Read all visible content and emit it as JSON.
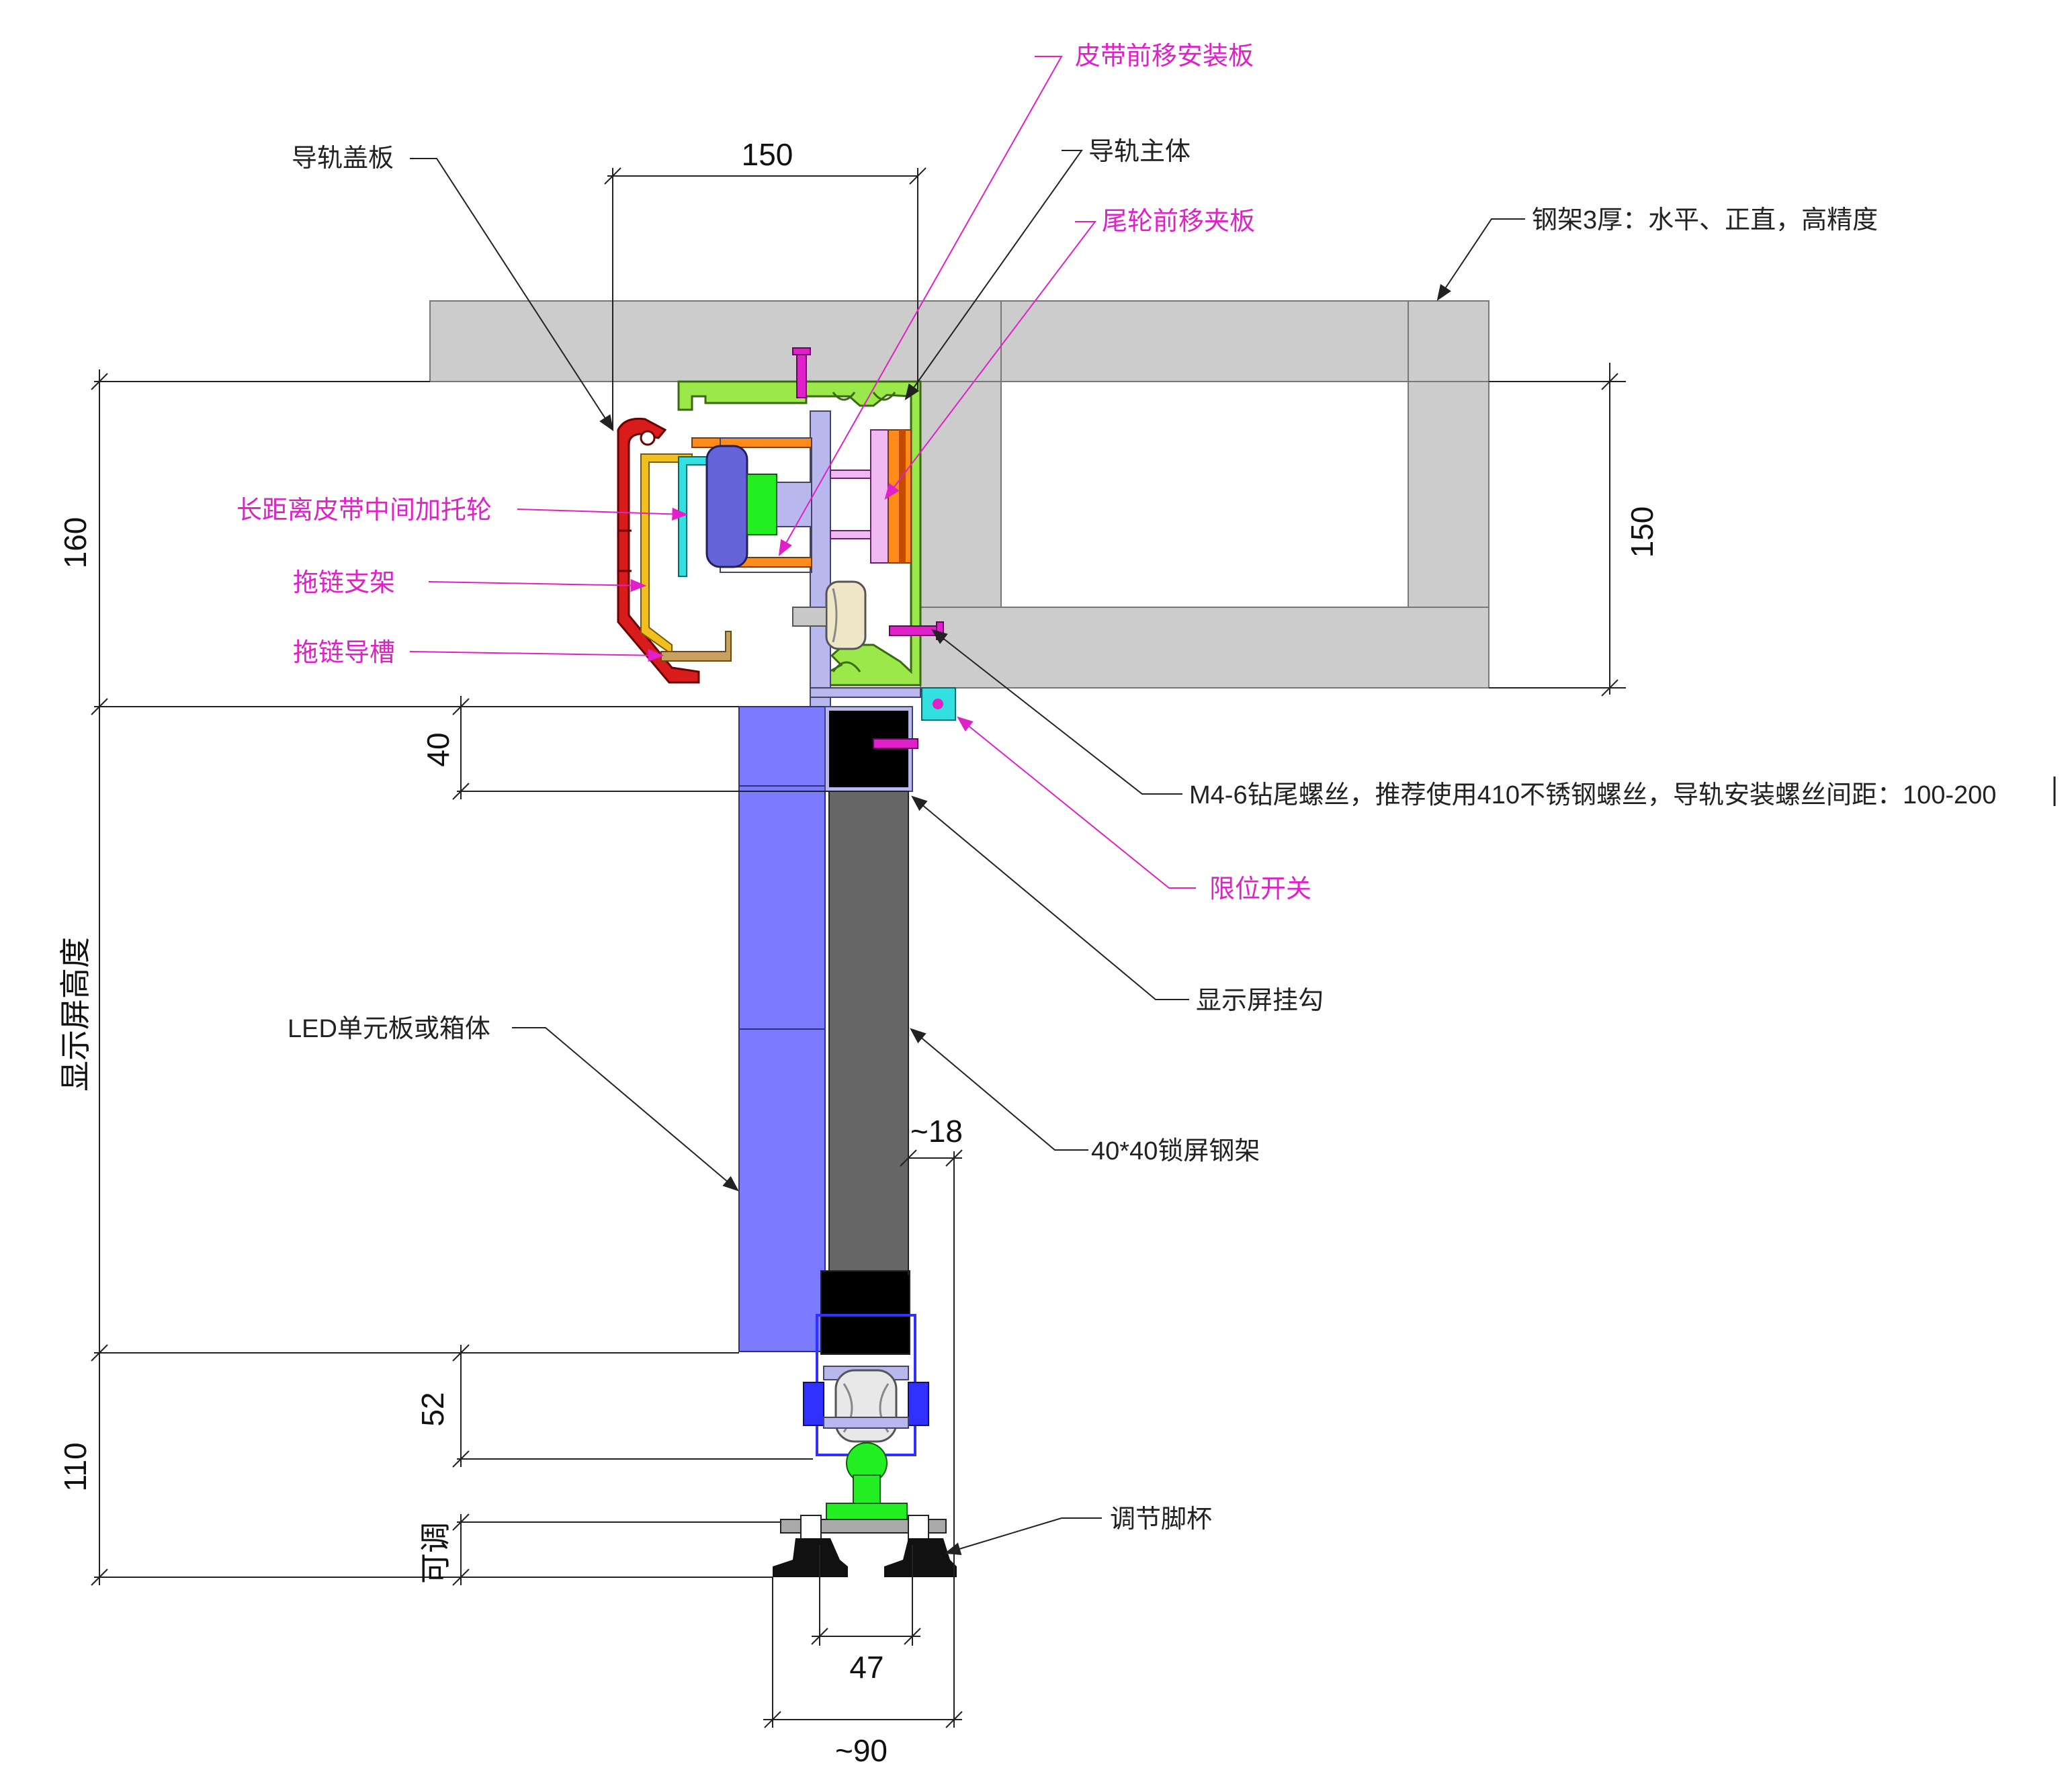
{
  "colors": {
    "steel_frame": "#cccccc",
    "led_panel": "#7b7bff",
    "lock_frame": "#666666",
    "hook": "#b8b8ee",
    "rail_body": "#9be84a",
    "cover": "#d81c1c",
    "chain_bracket": "#f0c020",
    "belt_plate": "#ff8c1a",
    "limit_switch": "#33e0e0",
    "screw": "#e020c8",
    "wheel_mount": "#3030ff",
    "foot_green": "#22ee22",
    "label_magenta": "#e020c8",
    "label_black": "#222222"
  },
  "labels": {
    "belt_plate": "皮带前移安装板",
    "rail_main": "导轨主体",
    "rail_cover": "导轨盖板",
    "tail_clamp": "尾轮前移夹板",
    "steel_frame": "钢架3厚：水平、正直，高精度",
    "idler": "长距离皮带中间加托轮",
    "chain_bracket": "拖链支架",
    "chain_groove": "拖链导槽",
    "screw": "M4-6钻尾螺丝，推荐使用410不锈钢螺丝，导轨安装螺丝间距：100-200",
    "limit_switch": "限位开关",
    "hook": "显示屏挂勾",
    "led": "LED单元板或箱体",
    "lock_frame": "40*40锁屏钢架",
    "foot": "调节脚杯"
  },
  "dimensions": {
    "d150_top": "150",
    "d150_right": "150",
    "d160": "160",
    "d40": "40",
    "screen_height": "显示屏高度",
    "d18": "~18",
    "d52": "52",
    "d110": "110",
    "adjustable": "可调",
    "d47": "47",
    "d90": "~90"
  }
}
